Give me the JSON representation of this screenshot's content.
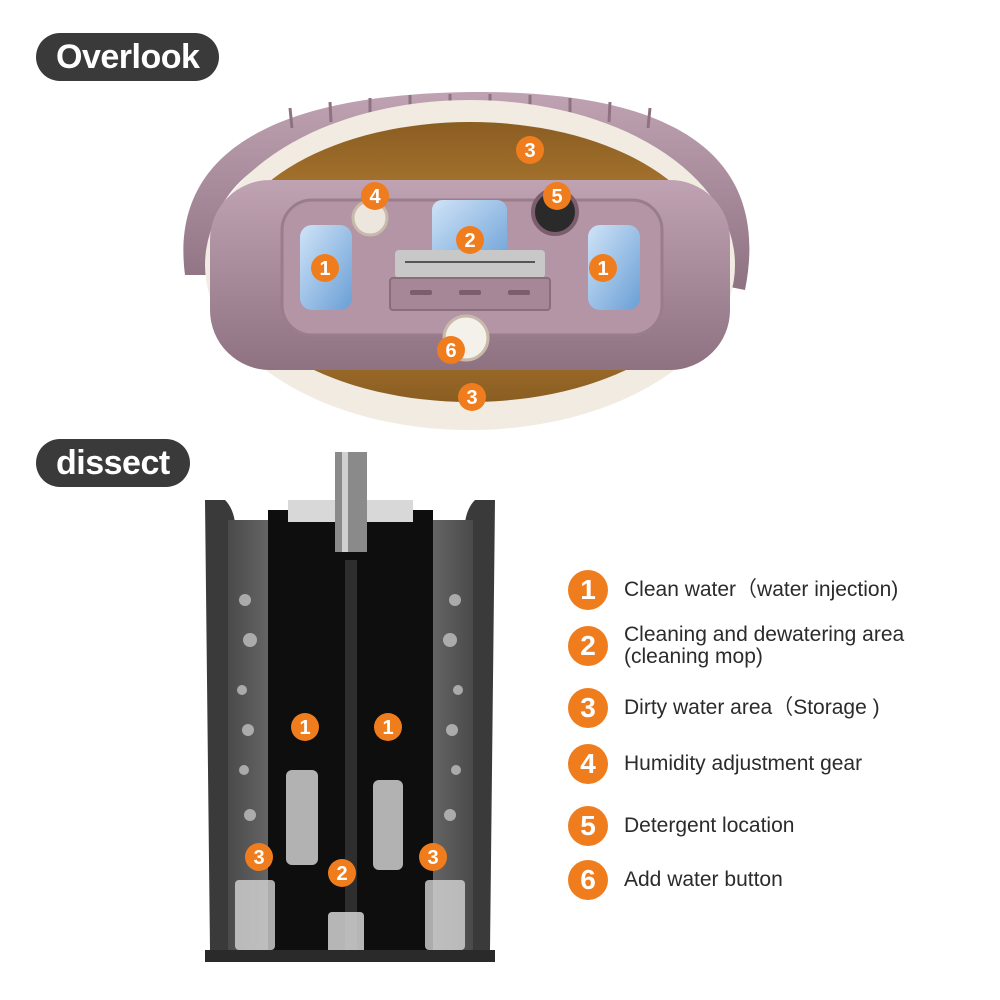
{
  "sections": {
    "overlook_label": "Overlook",
    "dissect_label": "dissect"
  },
  "callouts": {
    "top": [
      "3",
      "4",
      "2",
      "5",
      "1",
      "1",
      "6",
      "3"
    ],
    "bottom": [
      "1",
      "1",
      "3",
      "2",
      "3"
    ]
  },
  "legend": [
    {
      "number": "1",
      "text": "Clean water（water injection)"
    },
    {
      "number": "2",
      "text": "Cleaning and dewatering area",
      "subtext": "(cleaning mop)"
    },
    {
      "number": "3",
      "text": "Dirty water area（Storage )"
    },
    {
      "number": "4",
      "text": "Humidity adjustment gear"
    },
    {
      "number": "5",
      "text": "Detergent location"
    },
    {
      "number": "6",
      "text": "Add water button"
    }
  ],
  "colors": {
    "accent": "#ef7d1e",
    "bucket_shell": "#a88a99",
    "bucket_rim": "#f1ebe2",
    "water": "#b27a2c",
    "clean_water": "#7fb0e0",
    "label_bg": "#3a3a3a"
  }
}
